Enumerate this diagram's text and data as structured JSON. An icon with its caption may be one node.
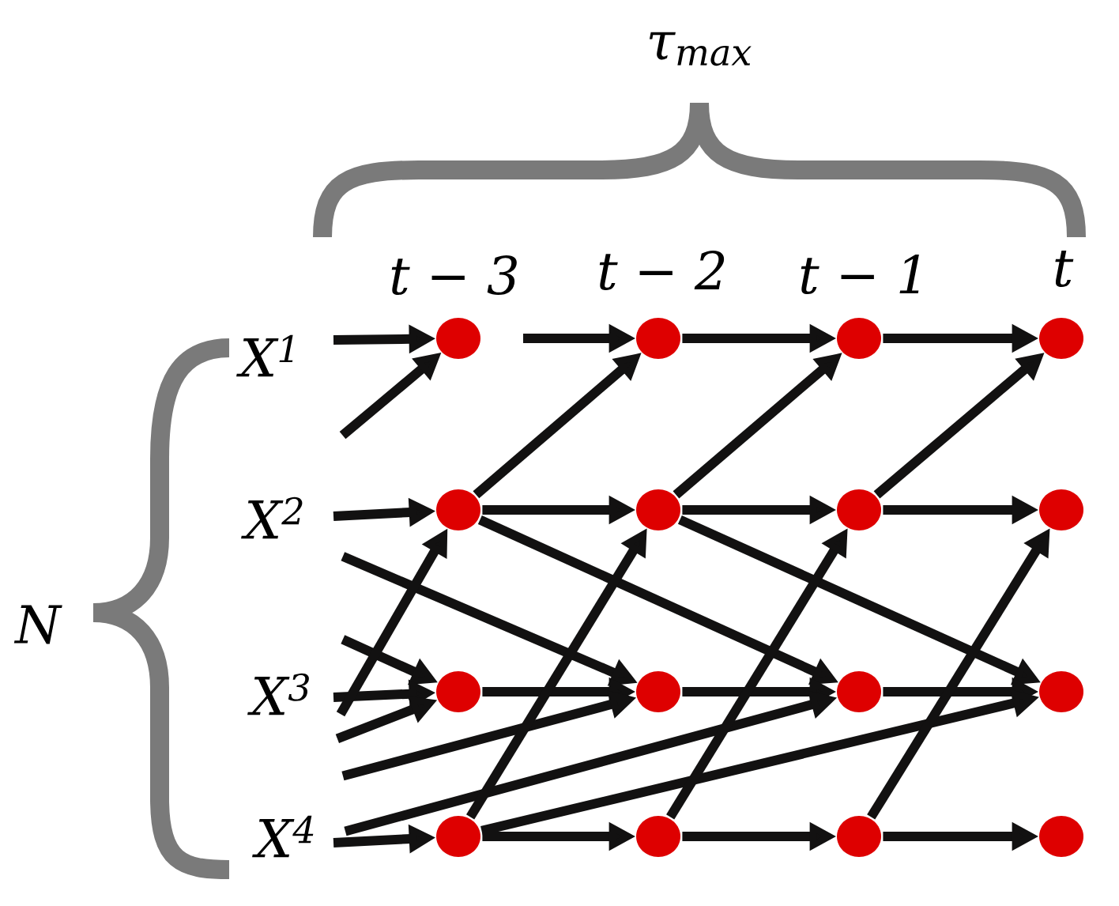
{
  "diagram": {
    "nodes": [
      {
        "text": [],
        "shape": "circle"
      },
      {
        "text": [],
        "shape": "circle"
      },
      {
        "text": [],
        "shape": "circle"
      },
      {
        "text": [],
        "shape": "circle"
      },
      {
        "text": [],
        "shape": "circle"
      },
      {
        "text": [],
        "shape": "circle"
      },
      {
        "text": [],
        "shape": "circle"
      },
      {
        "text": [],
        "shape": "circle"
      },
      {
        "text": [],
        "shape": "circle"
      },
      {
        "text": [],
        "shape": "circle"
      },
      {
        "text": [],
        "shape": "circle"
      },
      {
        "text": [],
        "shape": "circle"
      },
      {
        "text": [],
        "shape": "circle"
      },
      {
        "text": [],
        "shape": "circle"
      },
      {
        "text": [],
        "shape": "circle"
      },
      {
        "text": [],
        "shape": "circle"
      }
    ],
    "edges": [
      {
        "from": null,
        "to": 0,
        "arrow": "to"
      },
      {
        "from": null,
        "to": 0,
        "arrow": "to"
      },
      {
        "from": null,
        "to": 1,
        "arrow": "to"
      },
      {
        "from": 1,
        "to": 2,
        "arrow": "to"
      },
      {
        "from": 2,
        "to": 3,
        "arrow": "to"
      },
      {
        "from": null,
        "to": 4,
        "arrow": "to"
      },
      {
        "from": 4,
        "to": 5,
        "arrow": "to"
      },
      {
        "from": 5,
        "to": 6,
        "arrow": "to"
      },
      {
        "from": 6,
        "to": 7,
        "arrow": "to"
      },
      {
        "from": 4,
        "to": 1,
        "arrow": "to"
      },
      {
        "from": 5,
        "to": 2,
        "arrow": "to"
      },
      {
        "from": 6,
        "to": 3,
        "arrow": "to"
      },
      {
        "from": null,
        "to": 9,
        "arrow": "to"
      },
      {
        "from": 4,
        "to": 10,
        "arrow": "to"
      },
      {
        "from": 5,
        "to": 11,
        "arrow": "to"
      },
      {
        "from": null,
        "to": 8,
        "arrow": "to"
      },
      {
        "from": null,
        "to": 8,
        "arrow": "to"
      },
      {
        "from": null,
        "to": 8,
        "arrow": "to"
      },
      {
        "from": 8,
        "to": 9,
        "arrow": "to"
      },
      {
        "from": 9,
        "to": 10,
        "arrow": "to"
      },
      {
        "from": 10,
        "to": 11,
        "arrow": "to"
      },
      {
        "from": null,
        "to": 9,
        "arrow": "to"
      },
      {
        "from": null,
        "to": 10,
        "arrow": "to"
      },
      {
        "from": 12,
        "to": 11,
        "arrow": "to"
      },
      {
        "from": null,
        "to": 4,
        "arrow": "to"
      },
      {
        "from": 12,
        "to": 5,
        "arrow": "to"
      },
      {
        "from": 13,
        "to": 6,
        "arrow": "to"
      },
      {
        "from": 14,
        "to": 7,
        "arrow": "to"
      },
      {
        "from": null,
        "to": 12,
        "arrow": "to"
      },
      {
        "from": 12,
        "to": 13,
        "arrow": "to"
      },
      {
        "from": 13,
        "to": 14,
        "arrow": "to"
      },
      {
        "from": 14,
        "to": 15,
        "arrow": "to"
      }
    ],
    "labels": [
      "τ$_{max}$",
      "t − 3",
      "t − 2",
      "t − 1",
      "t",
      "X$^{1}$",
      "X$^{2}$",
      "N",
      "X$^{3}$",
      "X$^{4}$"
    ]
  }
}
